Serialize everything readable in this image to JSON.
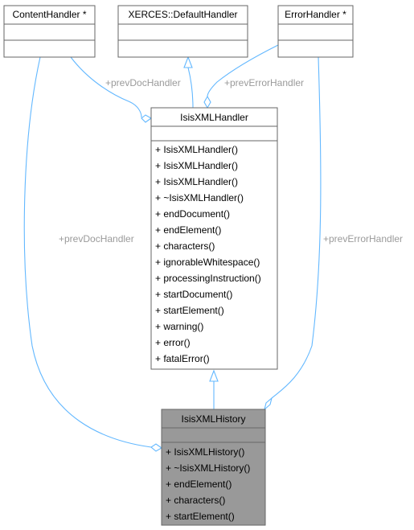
{
  "diagram": {
    "classes": {
      "content_handler": {
        "name": "ContentHandler *"
      },
      "default_handler": {
        "name": "XERCES::DefaultHandler"
      },
      "error_handler": {
        "name": "ErrorHandler *"
      },
      "isis_xml_handler": {
        "name": "IsisXMLHandler",
        "methods": [
          "+ IsisXMLHandler()",
          "+ IsisXMLHandler()",
          "+ IsisXMLHandler()",
          "+ ~IsisXMLHandler()",
          "+ endDocument()",
          "+ endElement()",
          "+ characters()",
          "+ ignorableWhitespace()",
          "+ processingInstruction()",
          "+ startDocument()",
          "+ startElement()",
          "+ warning()",
          "+ error()",
          "+ fatalError()"
        ]
      },
      "isis_xml_history": {
        "name": "IsisXMLHistory",
        "methods": [
          "+ IsisXMLHistory()",
          "+ ~IsisXMLHistory()",
          "+ endElement()",
          "+ characters()",
          "+ startElement()"
        ]
      }
    },
    "edge_labels": {
      "prev_doc_handler_top": "+prevDocHandler",
      "prev_error_handler_top": "+prevErrorHandler",
      "prev_doc_handler_long": "+prevDocHandler",
      "prev_error_handler_long": "+prevErrorHandler"
    },
    "colors": {
      "edge": "#63b8ff",
      "box_border": "#666666",
      "highlight_fill": "#999999",
      "label_text": "#9a9a9a"
    }
  }
}
